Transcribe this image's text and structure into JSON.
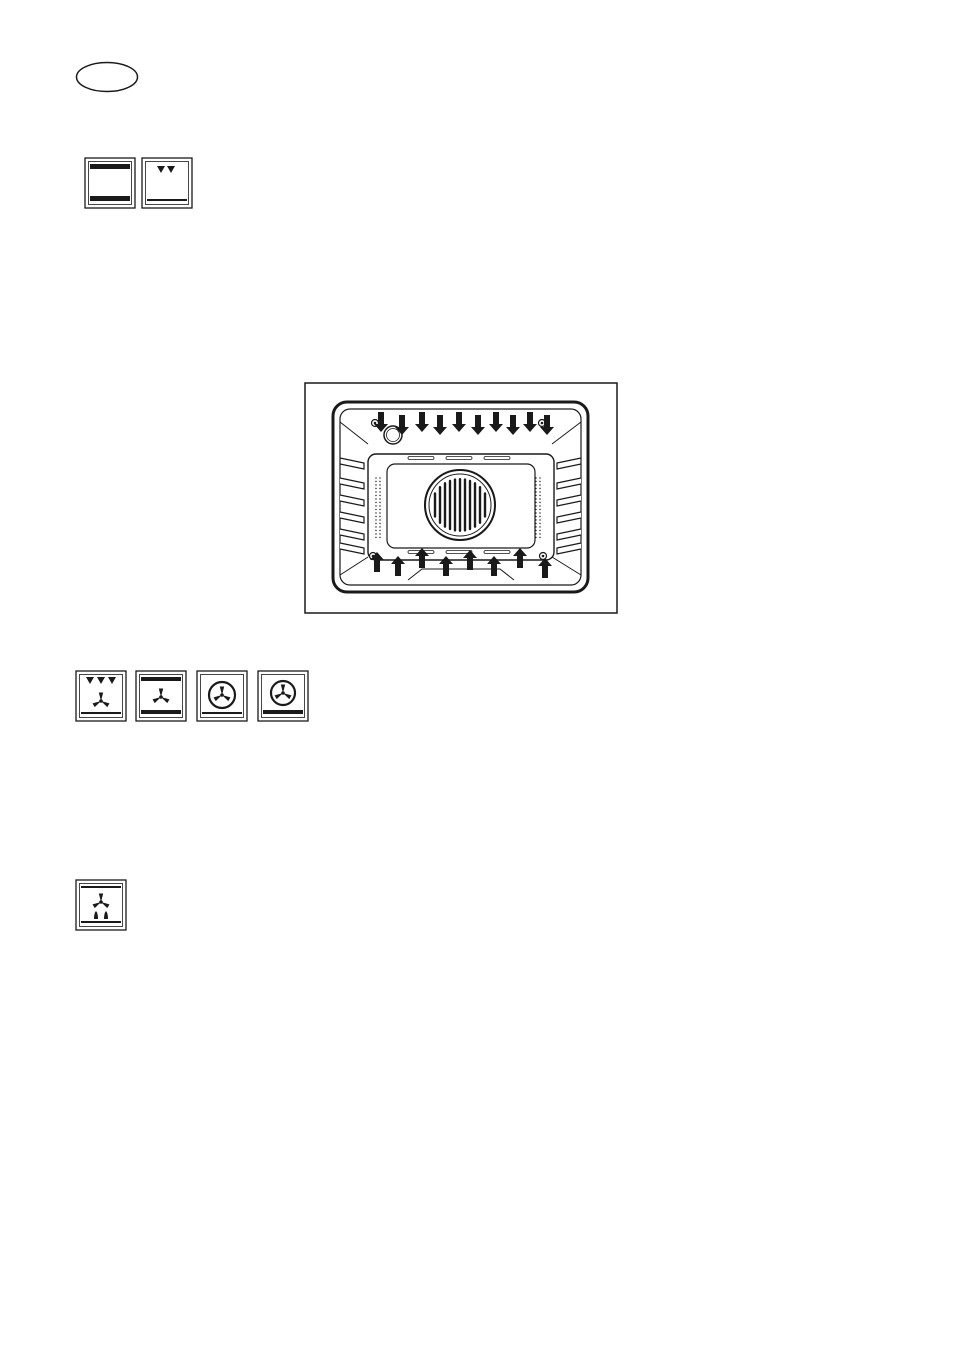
{
  "page": {
    "language_badge": {
      "text": ""
    },
    "colors": {
      "ink": "#1a1a1a",
      "paper": "#ffffff"
    },
    "icon_groups": [
      {
        "name": "conventional-cooking-symbols",
        "icons": [
          "top-bottom-heat-icon",
          "grill-icon"
        ]
      },
      {
        "name": "fan-function-symbols",
        "icons": [
          "fan-grill-icon",
          "fan-top-bottom-heat-icon",
          "fan-ring-heat-icon",
          "fan-ring-bottom-heat-icon"
        ]
      },
      {
        "name": "defrost-symbols",
        "icons": [
          "defrost-icon"
        ]
      }
    ],
    "diagram": {
      "subject": "oven-cavity-airflow",
      "arrows_down": 10,
      "arrows_up": 8
    }
  }
}
